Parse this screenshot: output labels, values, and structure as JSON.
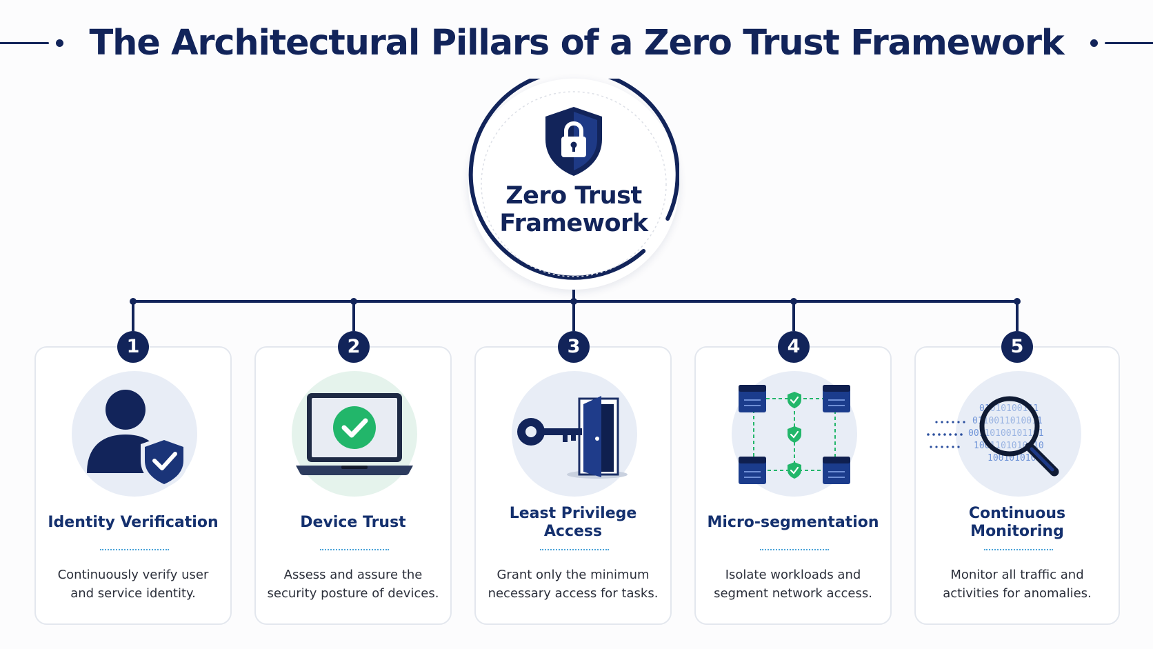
{
  "title": "The Architectural Pillars of a Zero Trust Framework",
  "hub": {
    "line1": "Zero Trust",
    "line2": "Framework"
  },
  "binary_text": [
    "01010100111",
    "0110011010011",
    "00110100101101",
    "1001101010010",
    "1001010101"
  ],
  "pillars": [
    {
      "number": "1",
      "title": "Identity Verification",
      "description": "Continuously verify user and service identity.",
      "icon": "user-shield-icon"
    },
    {
      "number": "2",
      "title": "Device Trust",
      "description": "Assess and assure the security posture of devices.",
      "icon": "laptop-check-icon"
    },
    {
      "number": "3",
      "title": "Least Privilege Access",
      "description": "Grant only the minimum necessary access for tasks.",
      "icon": "key-door-icon"
    },
    {
      "number": "4",
      "title": "Micro-segmentation",
      "description": "Isolate workloads and segment network access.",
      "icon": "segmented-servers-icon"
    },
    {
      "number": "5",
      "title": "Continuous Monitoring",
      "description": "Monitor all traffic and activities for anomalies.",
      "icon": "magnifier-data-icon"
    }
  ],
  "colors": {
    "navy": "#12245a",
    "green": "#22b66a",
    "light_blue": "#4aa3d8",
    "card_border": "#e3e7ee"
  }
}
